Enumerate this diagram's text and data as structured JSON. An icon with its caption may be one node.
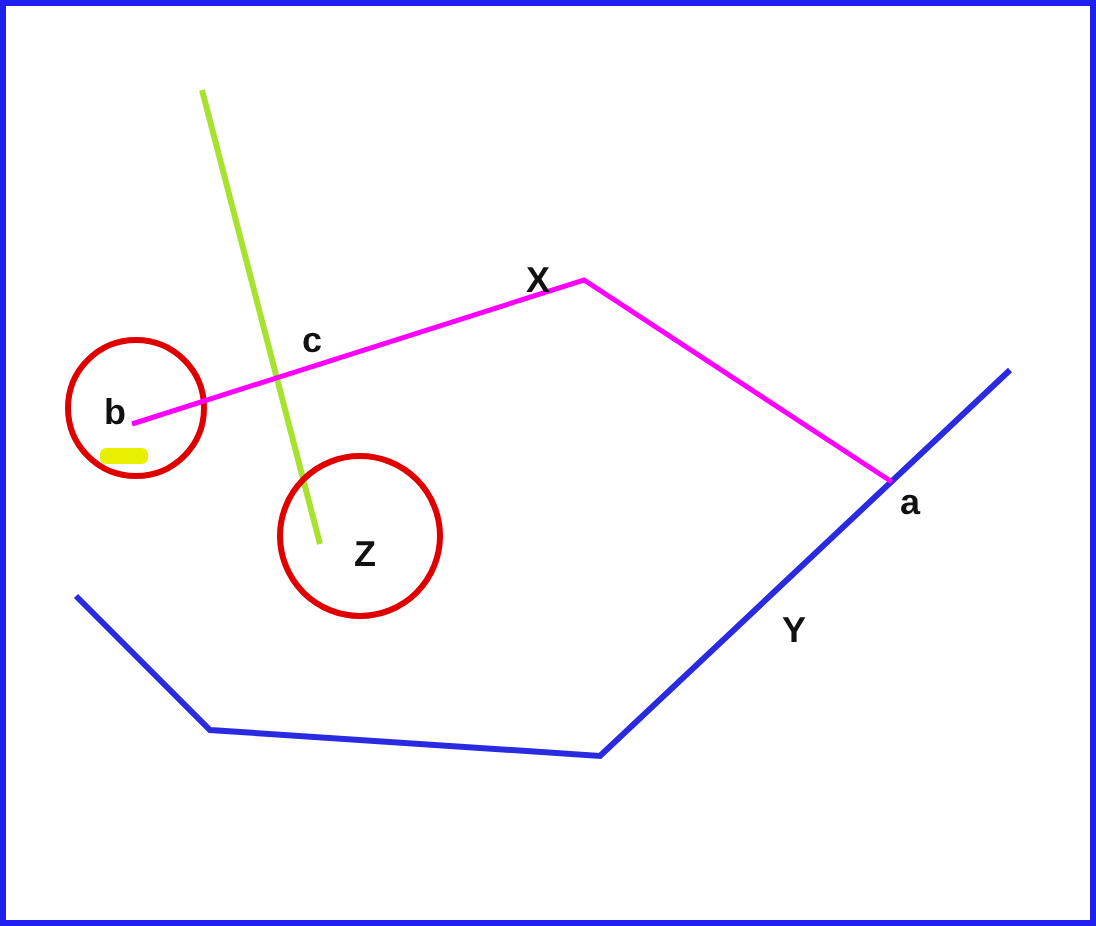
{
  "diagram": {
    "nodes": [
      {
        "text": [
          "b"
        ]
      },
      {
        "text": [
          "a"
        ]
      }
    ],
    "edges": [
      {
        "from": 0,
        "to": 1,
        "arrow": "none"
      }
    ],
    "labels": [
      "X",
      "c",
      "Z",
      "Y"
    ]
  }
}
